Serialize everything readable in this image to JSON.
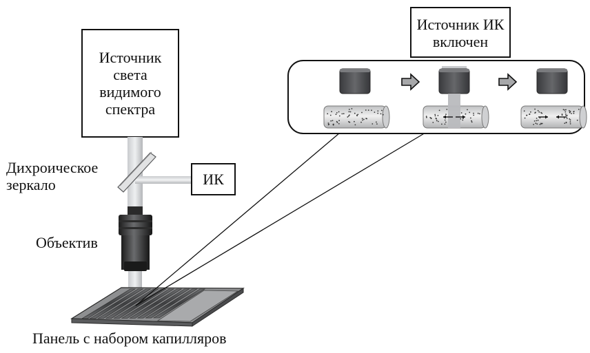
{
  "labels": {
    "visible_source": "Источник\nсвета\nвидимого\nспектра",
    "ir_source_on": "Источник ИК\nвключен",
    "dichroic_mirror": "Дихроическое\nзеркало",
    "ir": "ИК",
    "objective": "Объектив",
    "capillary_panel": "Панель с набором капилляров"
  },
  "inset_stages": [
    {
      "ir_beam": false,
      "particle_state": "scattered"
    },
    {
      "ir_beam": true,
      "particle_state": "heating"
    },
    {
      "ir_beam": false,
      "particle_state": "depleted"
    }
  ],
  "colors": {
    "beam": "#b7b9bc",
    "objective_dark": "#2a2a2a",
    "panel": "#8e8f91",
    "capillary": "#d4d5d6",
    "sample_tube": "#dcdcdc",
    "source_block": "#4b4c4f",
    "arrow": "#9a9a9a"
  }
}
